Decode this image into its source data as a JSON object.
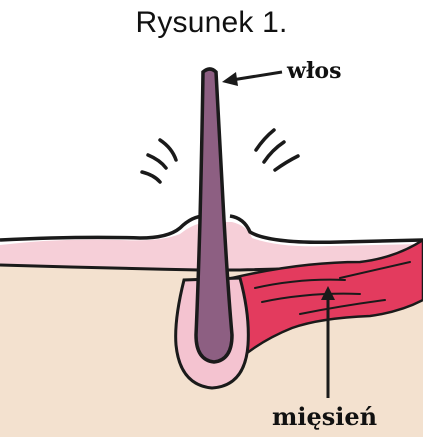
{
  "figure": {
    "title": "Rysunek 1."
  },
  "labels": {
    "hair": "włos",
    "muscle": "mięsień"
  },
  "colors": {
    "skin_deep": "#f3e1cf",
    "skin_surface": "#f6cfd8",
    "hair_shaft": "#8d5f82",
    "follicle": "#f4c3d0",
    "muscle": "#e33b5e",
    "outline": "#1a1a1a"
  }
}
